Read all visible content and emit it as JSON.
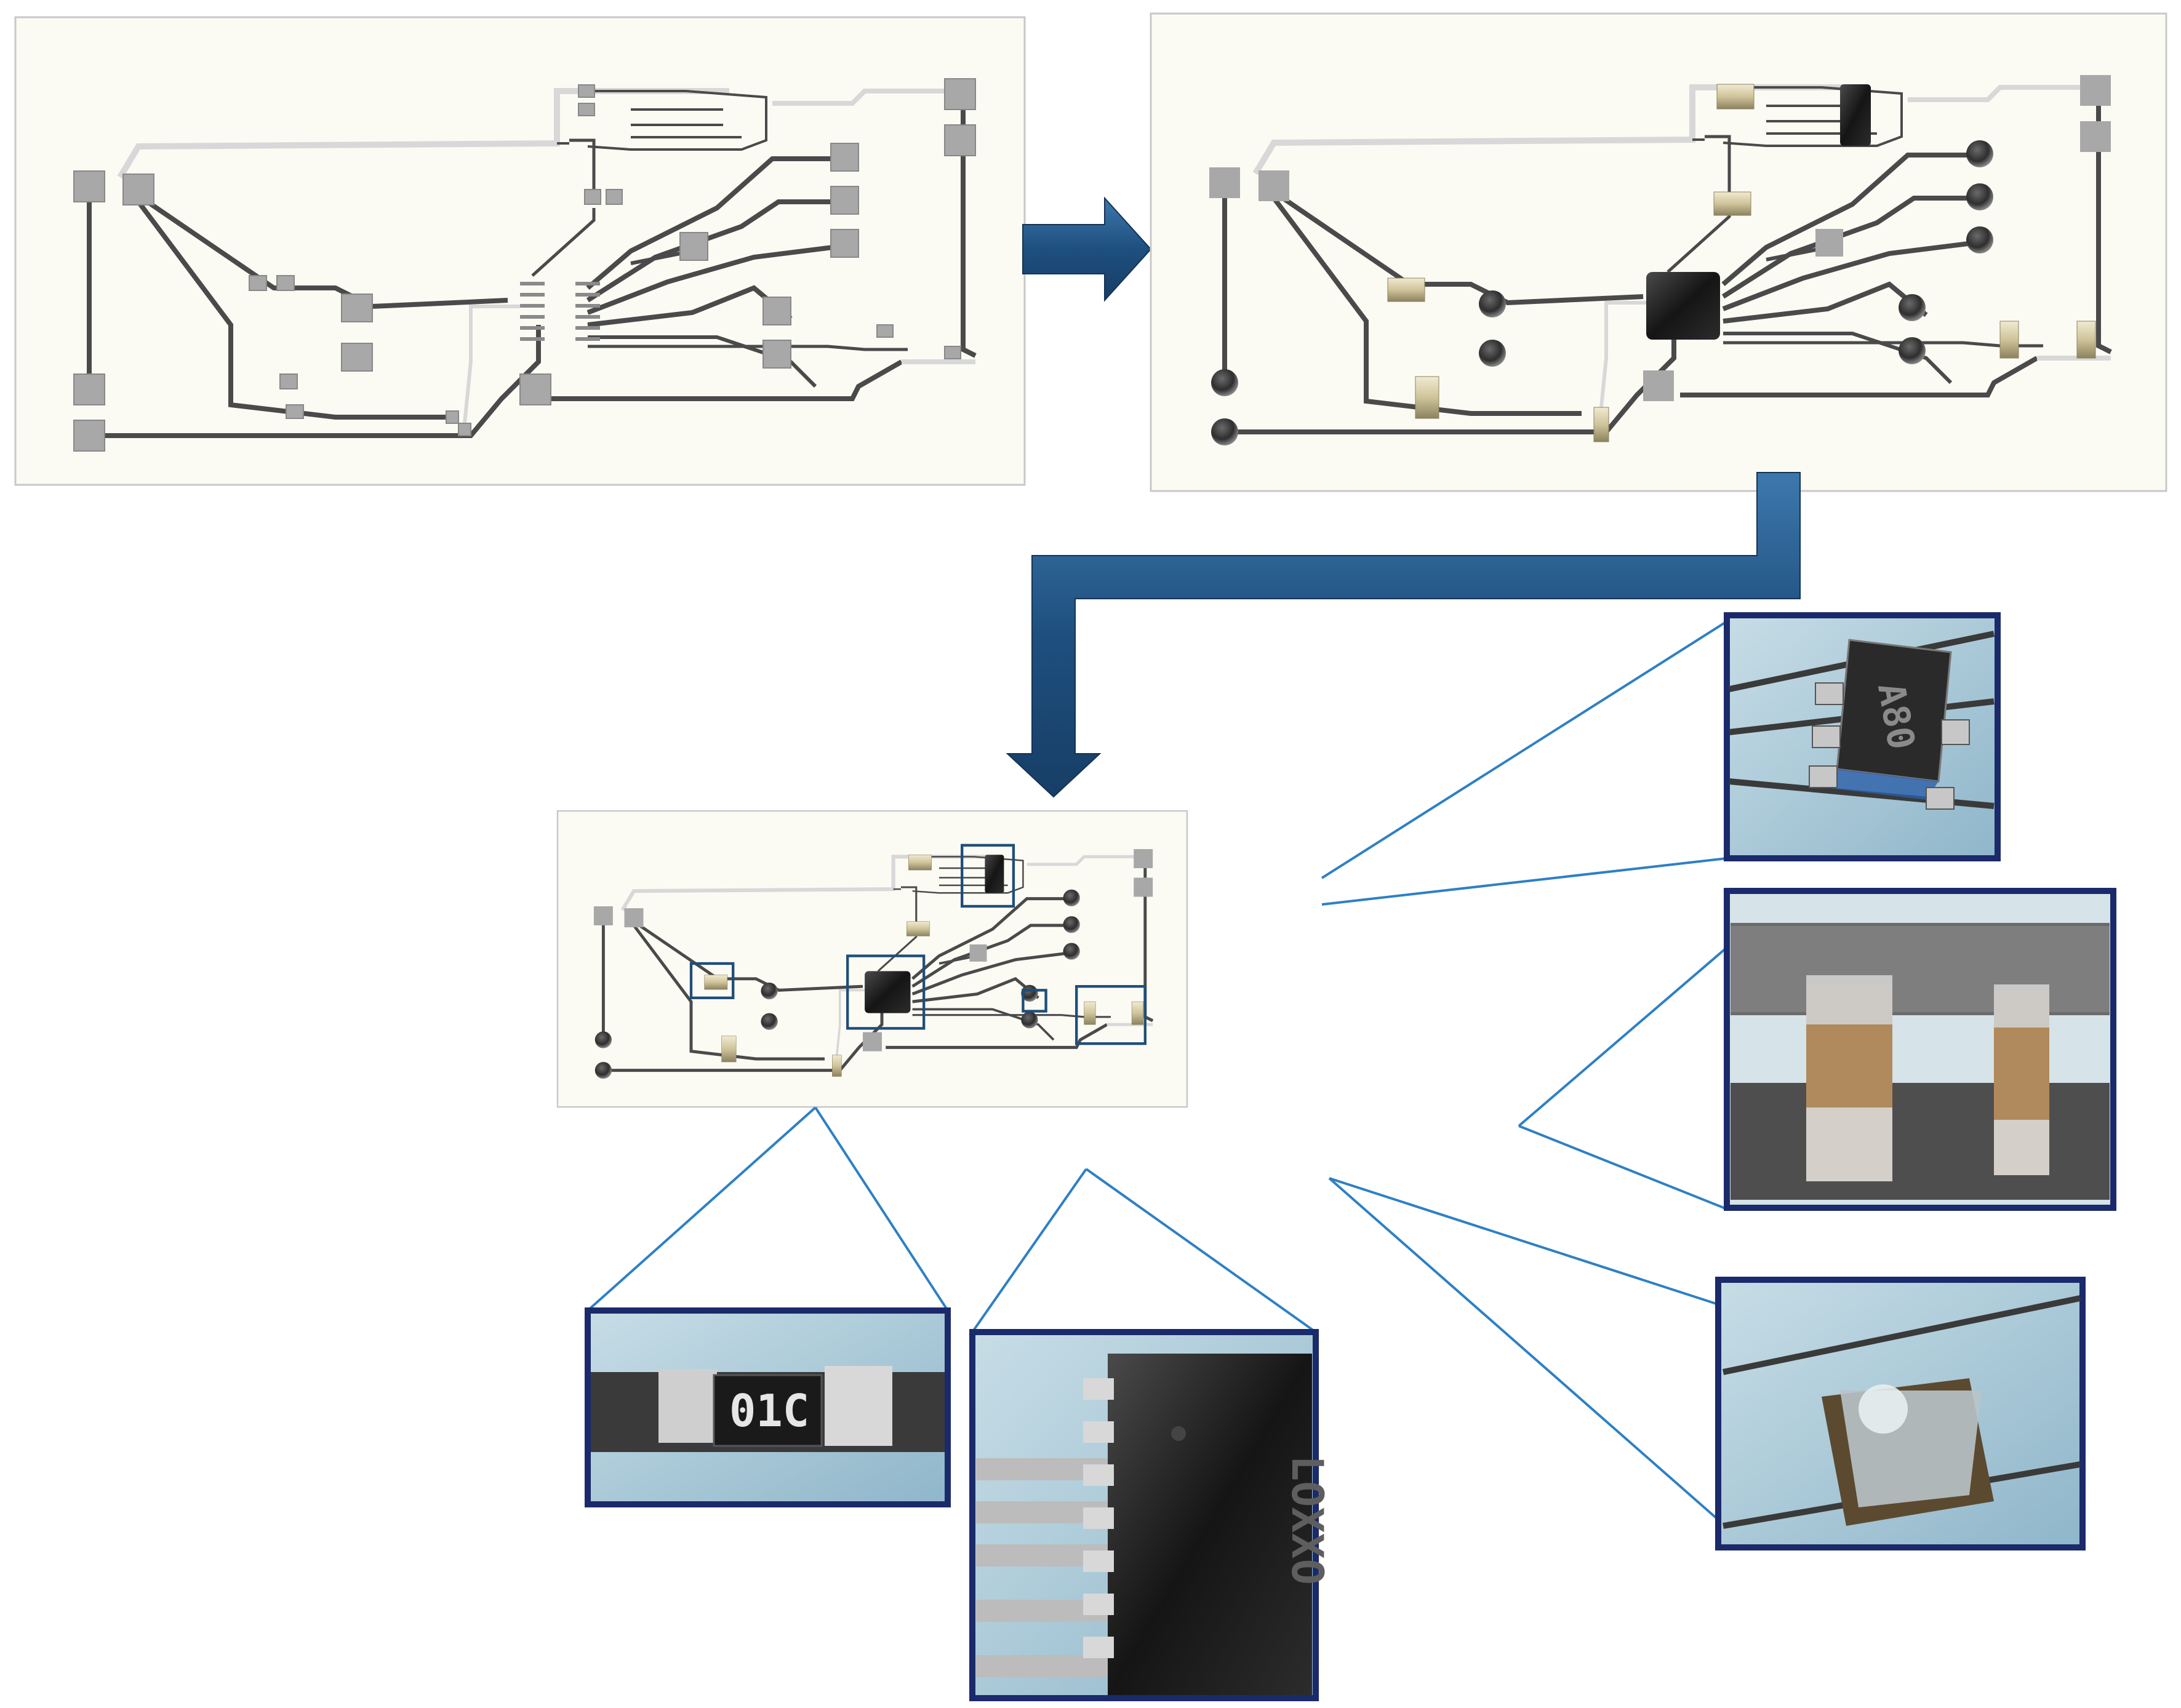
{
  "figure": {
    "stages": [
      {
        "name": "bare-traces",
        "label": ""
      },
      {
        "name": "components-placed",
        "label": ""
      },
      {
        "name": "components-highlighted",
        "label": ""
      }
    ],
    "colors": {
      "board_bg": "#fbfbf4",
      "board_border": "#c8c8c8",
      "trace_dark": "#4a4a4a",
      "trace_light": "#d8d8d8",
      "pad_gray": "#a8a8a8",
      "pad_dark": "#3c3c3c",
      "arrow_blue": "#1e4f7e",
      "callout_frame": "#1b2a6b",
      "callout_line": "#2e80c4",
      "cap_tan": "#d9cfa6",
      "ic_black": "#1c1c1c",
      "photo_bg": "#9fc8dc"
    },
    "insets": [
      {
        "name": "transistor-sot23",
        "marking": "A80"
      },
      {
        "name": "capacitor-pair",
        "marking": ""
      },
      {
        "name": "solder-dot-pad",
        "marking": ""
      },
      {
        "name": "resistor-0805",
        "marking": "01C"
      },
      {
        "name": "ic-soic",
        "marking": "LOXXO"
      }
    ]
  }
}
